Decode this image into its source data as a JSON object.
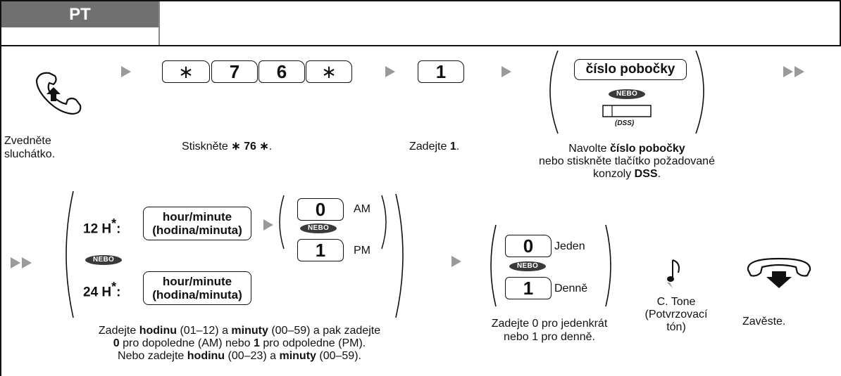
{
  "header": {
    "tab_label": "PT"
  },
  "row1": {
    "lift_caption_1": "Zvedněte",
    "lift_caption_2": "sluchátko.",
    "keys_code": [
      "∗",
      "7",
      "6",
      "∗"
    ],
    "press_prefix": "Stiskněte ",
    "press_code": "∗ 76 ∗",
    "press_suffix": ".",
    "key_one": "1",
    "enter_prefix": "Zadejte ",
    "enter_value": "1",
    "enter_suffix": ".",
    "ext_pill": "číslo pobočky",
    "nebo": "NEBO",
    "dss_label": "(DSS)",
    "dial_1_prefix": "Navolte ",
    "dial_1_bold": "číslo pobočky",
    "dial_2": "nebo stiskněte tlačítko požadované",
    "dial_3_prefix": "konzoly ",
    "dial_3_bold": "DSS",
    "dial_3_suffix": "."
  },
  "row2": {
    "h12_label": "12 H",
    "h24_label": "24 H",
    "star": "*",
    "colon": ":",
    "hm_line1": "hour/minute",
    "hm_line2": "(hodina/minuta)",
    "key_zero": "0",
    "key_one": "1",
    "am": "AM",
    "pm": "PM",
    "nebo": "NEBO",
    "note_1": [
      "Zadejte ",
      "hodinu",
      " (01–12) a ",
      "minuty",
      " (00–59) a pak zadejte"
    ],
    "note_2": [
      "0",
      " pro dopoledne (AM) nebo ",
      "1",
      " pro odpoledne (PM)."
    ],
    "note_3": [
      "Nebo zadejte ",
      "hodinu",
      " (00–23) a ",
      "minuty",
      " (00–59)."
    ],
    "jeden": "Jeden",
    "denne": "Denně",
    "mode_note_1": "Zadejte 0 pro jedenkrát",
    "mode_note_2": "nebo 1 pro denně.",
    "tone_1": "C. Tone",
    "tone_2": "(Potvrzovací",
    "tone_3": "tón)",
    "hangup": "Zavěste."
  },
  "colors": {
    "tab_bg": "#707070",
    "arrow": "#9a9a9a",
    "nebo_bg": "#3a3a3a"
  }
}
